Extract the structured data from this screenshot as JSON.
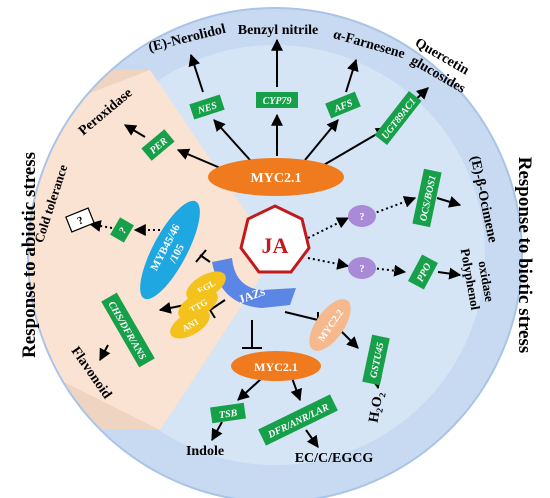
{
  "center": {
    "label": "JA"
  },
  "jazs": {
    "label": "JAZs"
  },
  "sides": {
    "left": "Response to abiotic stress",
    "right": "Response to biotic stress"
  },
  "hubs": {
    "myc21_top": "MYC2.1",
    "myc21_bottom": "MYC2.1",
    "myc22": "MYC2.2",
    "myb": [
      "MYB45/46",
      "/105"
    ],
    "egl": "EGL",
    "ttg": "TTG",
    "an1": "AN1",
    "unknown": "?"
  },
  "genes": {
    "nes": "NES",
    "cyp79": "CYP79",
    "afs": "AFS",
    "ugt": "UGT89AC1",
    "per": "PER",
    "ocs": "OCS/BOS1",
    "ppo": "PPO",
    "chs": "CHS/DFR/ANS",
    "tsb": "TSB",
    "dfr": "DFR/ANR/LAR",
    "gstu": "GSTU45",
    "q_left": "?"
  },
  "products": {
    "nerolidol": "(E)-Nerolidol",
    "benzyl": "Benzyl nitrile",
    "farnesene": "α-Farnesene",
    "quercetin": [
      "Quercetin",
      "glucosides"
    ],
    "peroxidase": "Peroxidase",
    "cold": "Cold tolerance",
    "cold_box": "?",
    "ocimene": "(E)-β-Ocimene",
    "polyphenol": [
      "Polyphenol",
      "oxidase"
    ],
    "flavonoid": "Flavonoid",
    "indole": "Indole",
    "ec": "EC/C/EGCG",
    "h2o2_base": "H",
    "h2o2_sub1": "2",
    "h2o2_mid": "O",
    "h2o2_sub2": "2"
  },
  "colors": {
    "green": "#17a04a",
    "orange": "#f07a1e",
    "salmon": "#f5b98d",
    "cyan": "#1ea7e1",
    "yellow": "#f4c21c",
    "purple": "#a98ad6",
    "blue_jaz": "#5b86e5",
    "ja_red": "#c21a1a"
  }
}
